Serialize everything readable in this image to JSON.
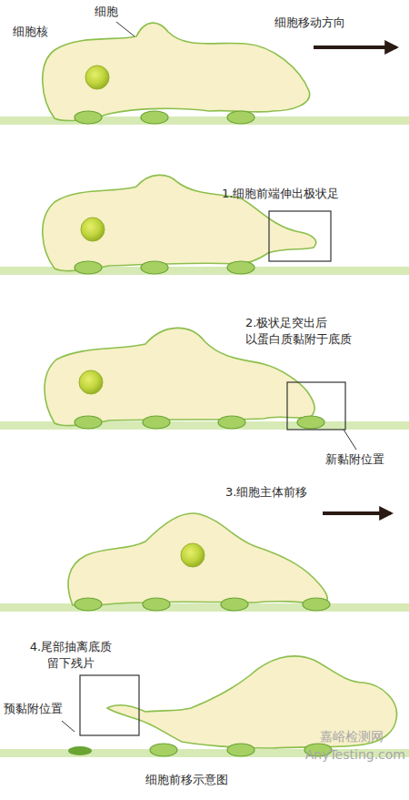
{
  "diagram": {
    "caption": "细胞前移示意图",
    "labels": [
      "细胞核",
      "细胞",
      "细胞移动方向",
      "1.细胞前端伸出极状足",
      "2.极状足突出后 以蛋白质黏附于底质",
      "新黏附位置",
      "3.细胞主体前移",
      "4.尾部抽离底质 留下残片",
      "预黏附位置",
      "嘉峪检测网",
      "AnyTesting.com"
    ]
  }
}
